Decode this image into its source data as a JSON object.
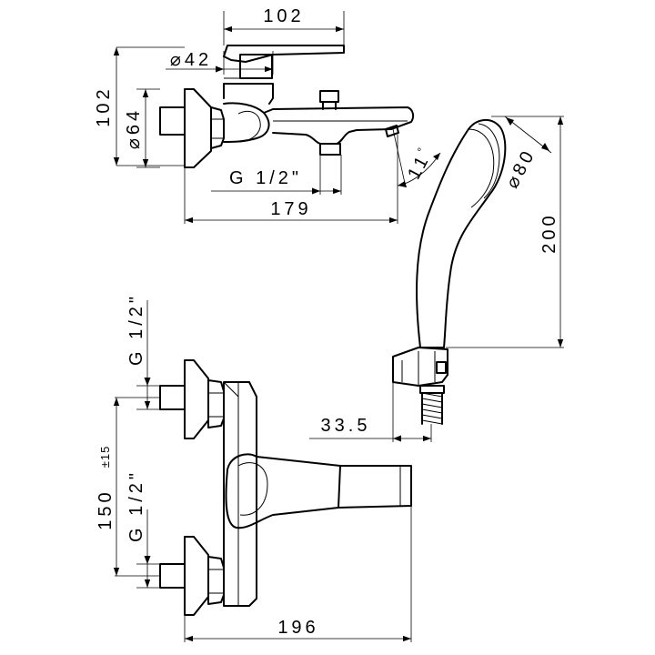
{
  "dimensions": {
    "top_width": "102",
    "top_height": "102",
    "spout_diameter": "42",
    "flange_diameter": "64",
    "inlet_thread": "G 1/2\"",
    "spout_length": "179",
    "spout_angle": "11",
    "angle_unit": "°",
    "hand_shower_diameter": "80",
    "hand_shower_length": "200",
    "holder_offset": "33.5",
    "front_thread_upper": "G 1/2\"",
    "front_thread_lower": "G 1/2\"",
    "center_distance": "150",
    "center_tolerance": "±15",
    "front_width": "196"
  }
}
